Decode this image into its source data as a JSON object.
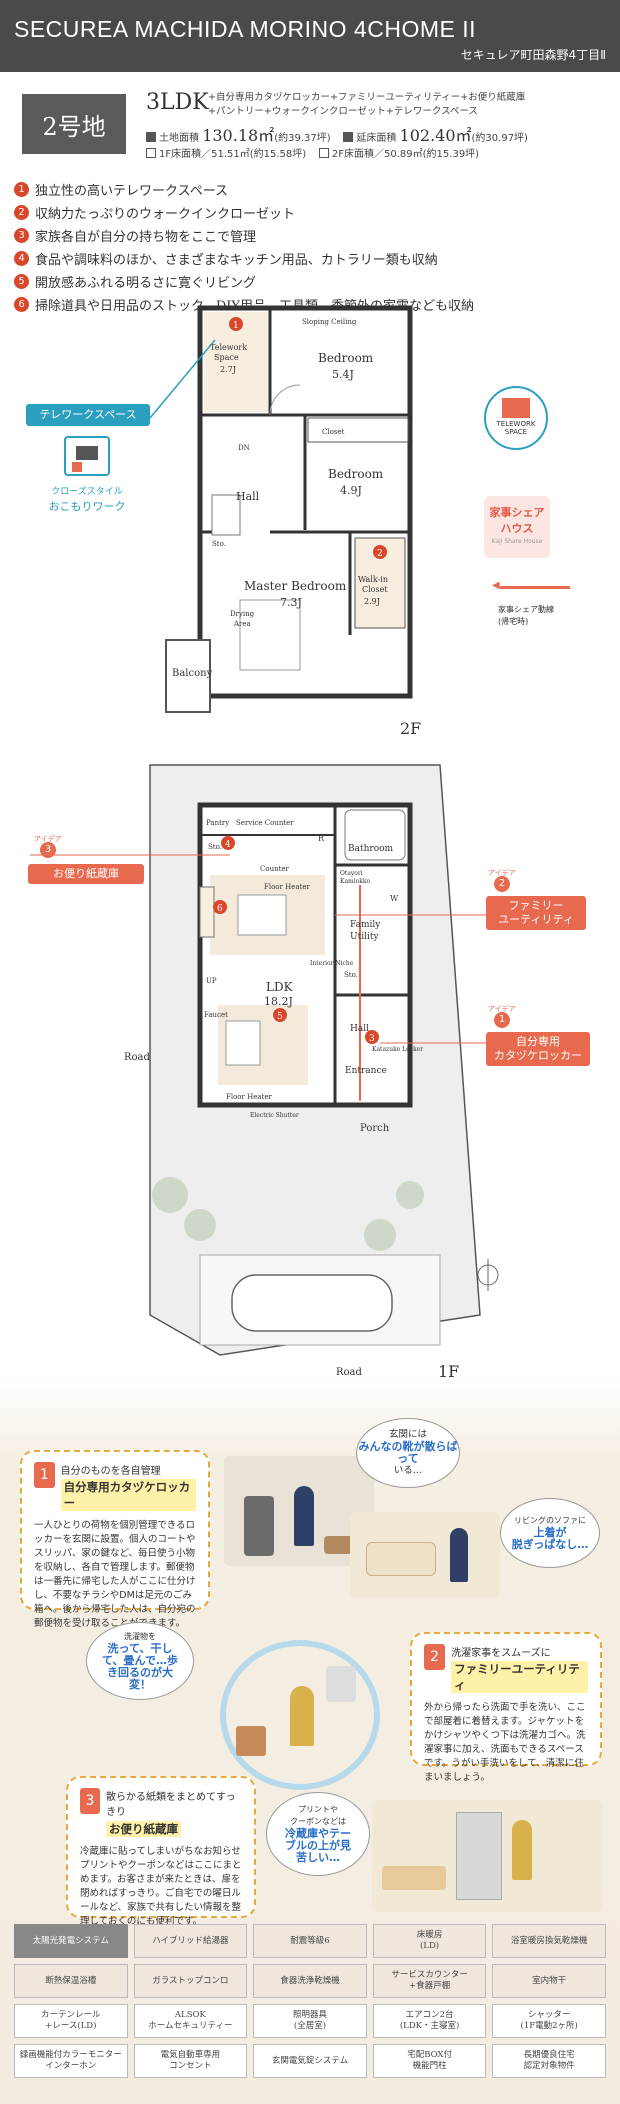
{
  "header": {
    "title": "SECUREA MACHIDA MORINO 4CHOME II",
    "subtitle": "セキュレア町田森野4丁目Ⅱ"
  },
  "lot": {
    "number": "2号地",
    "plan_type": "3LDK",
    "extra_line1": "+自分専用カタヅケロッカー+ファミリーユーティリティー+お便り紙蔵庫",
    "extra_line2": "+パントリー+ウォークインクローゼット+テレワークスペース"
  },
  "areas": {
    "land_label": "土地面積",
    "land_value": "130.18㎡",
    "land_tsubo": "(約39.37坪)",
    "floor_label": "延床面積",
    "floor_value": "102.40㎡",
    "floor_tsubo": "(約30.97坪)",
    "f1_label": "1F床面積／51.51㎡(約15.58坪)",
    "f2_label": "2F床面積／50.89㎡(約15.39坪)"
  },
  "features": [
    {
      "num": "1",
      "text": "独立性の高いテレワークスペース"
    },
    {
      "num": "2",
      "text": "収納力たっぷりのウォークインクローゼット"
    },
    {
      "num": "3",
      "text": "家族各自が自分の持ち物をここで管理"
    },
    {
      "num": "4",
      "text": "食品や調味料のほか、さまざまなキッチン用品、カトラリー類も収納"
    },
    {
      "num": "5",
      "text": "開放感あふれる明るさに寛ぐリビング"
    },
    {
      "num": "6",
      "text": "掃除道具や日用品のストック、DIY用品、工具類、季節外の家電なども収納"
    }
  ],
  "plan2f": {
    "floor_label": "2F",
    "rooms": {
      "telework": "Telework",
      "telework2": "Space",
      "telework_size": "2.7J",
      "sloping": "Sloping Ceiling",
      "bedroom1": "Bedroom",
      "bedroom1_size": "5.4J",
      "closet": "Closet",
      "hall": "Hall",
      "bedroom2": "Bedroom",
      "bedroom2_size": "4.9J",
      "master": "Master Bedroom",
      "master_size": "7.3J",
      "drying": "Drying",
      "drying2": "Area",
      "balcony": "Balcony",
      "walkin": "Walk-in",
      "walkin2": "Closet",
      "walkin_size": "2.9J",
      "sto": "Sto.",
      "dn": "DN"
    },
    "telework_tag": "テレワークスペース",
    "closed_style": "クローズスタイル",
    "komori": "おこもりワーク",
    "telework_logo1": "TELEWORK",
    "telework_logo2": "SPACE",
    "share_house": "家事シェア",
    "share_house2": "ハウス",
    "share_house_en": "Kaji Share House",
    "share_line": "家事シェア動線",
    "share_line2": "(帰宅時)"
  },
  "plan1f": {
    "floor_label": "1F",
    "road_left": "Road",
    "road_bottom": "Road",
    "rooms": {
      "pantry": "Pantry",
      "service_counter": "Service Counter",
      "sto": "Sto.",
      "r": "R",
      "bathroom": "Bathroom",
      "otayori": "Otayori",
      "kamiokko": "Kamiokko",
      "counter": "Counter",
      "floor_heater": "Floor Heater",
      "family": "Family",
      "utility": "Utility",
      "w": "W",
      "interior_niche": "Interior Niche",
      "ldk": "LDK",
      "ldk_size": "18.2J",
      "sto2": "Sto.",
      "faucet": "Faucet",
      "hall": "Hall",
      "katazuke": "Katazuke Locker",
      "entrance": "Entrance",
      "floor_heater2": "Floor Heater",
      "elec_shutter": "Electric Shutter",
      "porch": "Porch",
      "up": "UP"
    },
    "callout_3": "お便り紙蔵庫",
    "callout_2a": "ファミリー",
    "callout_2b": "ユーティリティ",
    "callout_1a": "自分専用",
    "callout_1b": "カタヅケロッカー",
    "idea": "アイデア"
  },
  "cards": {
    "c1": {
      "num": "1",
      "small": "自分のものを各自管理",
      "title": "自分専用カタヅケロッカー",
      "body": "一人ひとりの荷物を個別管理できるロッカーを玄関に設置。個人のコートやスリッパ、家の鍵など、毎日使う小物を収納し、各自で管理します。郵便物は一番先に帰宅した人がここに仕分けし、不要なチラシやDMは足元のごみ箱へ。後から帰宅した人は、自分宛の郵便物を受け取ることができます。"
    },
    "c2": {
      "num": "2",
      "small": "洗濯家事をスムーズに",
      "title": "ファミリーユーティリティ",
      "body": "外から帰ったら洗面で手を洗い、ここで部屋着に着替えます。ジャケットをかけシャツやくつ下は洗濯カゴへ。洗濯家事に加え、洗面もできるスペースです。うがい手洗いをして、清潔に住まいましょう。"
    },
    "c3": {
      "num": "3",
      "small": "散らかる紙類をまとめてすっきり",
      "title": "お便り紙蔵庫",
      "body": "冷蔵庫に貼ってしまいがちなお知らせプリントやクーポンなどはここにまとめます。お客さまが来たときは、扉を閉めればすっきり。ご自宅での曜日ルールなど、家族で共有したい情報を整理しておくのにも便利です。"
    }
  },
  "bubbles": {
    "b1_top": "玄関には",
    "b1_main": "みんなの靴が散らばって",
    "b1_end": "いる…",
    "b2_top": "リビングのソファに",
    "b2_main": "上着が",
    "b2_end": "脱ぎっぱなし…",
    "b3_top": "洗濯物を",
    "b3_main": "洗って、干して、畳んで…歩き回るのが大変！",
    "b4_top": "プリントや",
    "b4_top2": "クーポンなどは",
    "b4_main": "冷蔵庫やテーブルの上が見苦しい…"
  },
  "equipment": [
    {
      "label": "太陽光発電システム",
      "style": "dark"
    },
    {
      "label": "ハイブリッド給湯器",
      "style": "shade"
    },
    {
      "label": "耐震等級6",
      "style": "shade"
    },
    {
      "label": "床暖房\n(LD)",
      "style": "shade"
    },
    {
      "label": "浴室暖房換気乾燥機",
      "style": "shade"
    },
    {
      "label": "断熱保温浴槽",
      "style": "shade"
    },
    {
      "label": "ガラストップコンロ",
      "style": "shade"
    },
    {
      "label": "食器洗浄乾燥機",
      "style": "shade"
    },
    {
      "label": "サービスカウンター\n+食器戸棚",
      "style": "shade"
    },
    {
      "label": "室内物干",
      "style": "shade"
    },
    {
      "label": "カーテンレール\n+レース(LD)",
      "style": "plain"
    },
    {
      "label": "ALSOK\nホームセキュリティー",
      "style": "plain"
    },
    {
      "label": "照明器具\n(全居室)",
      "style": "plain"
    },
    {
      "label": "エアコン2台\n(LDK・主寝室)",
      "style": "plain"
    },
    {
      "label": "シャッター\n(1F電動2ヶ所)",
      "style": "plain"
    },
    {
      "label": "録画機能付カラーモニター\nインターホン",
      "style": "plain"
    },
    {
      "label": "電気自動車専用\nコンセント",
      "style": "plain"
    },
    {
      "label": "玄関電気錠システム",
      "style": "plain"
    },
    {
      "label": "宅配BOX付\n機能門柱",
      "style": "plain"
    },
    {
      "label": "長期優良住宅\n認定対象物件",
      "style": "plain"
    }
  ]
}
